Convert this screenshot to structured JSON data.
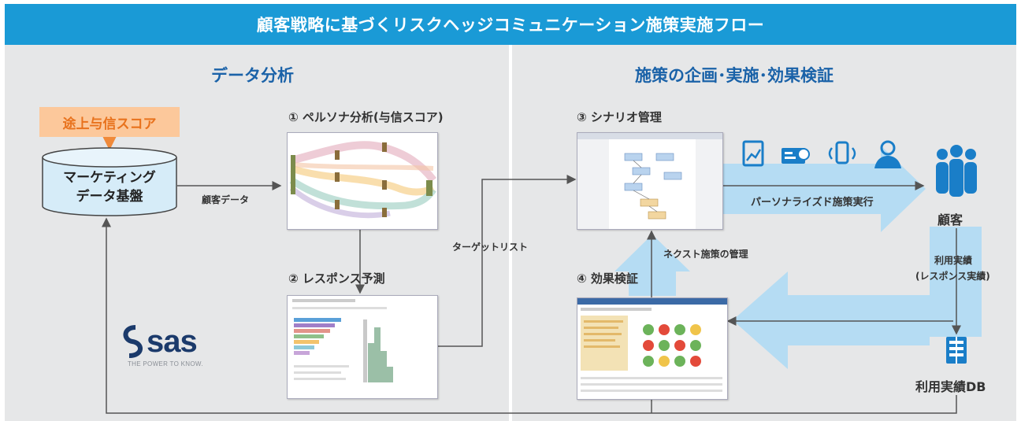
{
  "title": "顧客戦略に基づくリスクヘッジコミュニケーション施策実施フロー",
  "left_panel": {
    "heading": "データ分析",
    "score_box": "途上与信スコア",
    "platform_line1": "マーケティング",
    "platform_line2": "データ基盤",
    "customer_data_label": "顧客データ",
    "step1": "① ペルソナ分析(与信スコア)",
    "step2": "② レスポンス予測",
    "target_list_label": "ターゲットリスト"
  },
  "right_panel": {
    "heading": "施策の企画･実施･効果検証",
    "step3": "③ シナリオ管理",
    "step4": "④ 効果検証",
    "personalized_label": "パーソナライズド施策実行",
    "next_label": "ネクスト施策の管理",
    "customer_label": "顧客",
    "usage_line1": "利用実績",
    "usage_line2": "(レスポンス実績)",
    "db_label": "利用実績DB"
  },
  "logo": {
    "name": "sas",
    "tagline": "THE POWER TO KNOW."
  },
  "colors": {
    "title_bar": "#1a9ad6",
    "panel": "#e6e7e8",
    "heading": "#1a62a8",
    "light_arrow": "#b5dcf3",
    "icon_blue": "#1a7ec8",
    "score_box_bg": "#fcc89b",
    "score_box_text": "#e8721d"
  },
  "icons": [
    "chart-icon",
    "credit-card-icon",
    "phone-icon",
    "operator-icon",
    "customers-icon",
    "database-icon"
  ]
}
